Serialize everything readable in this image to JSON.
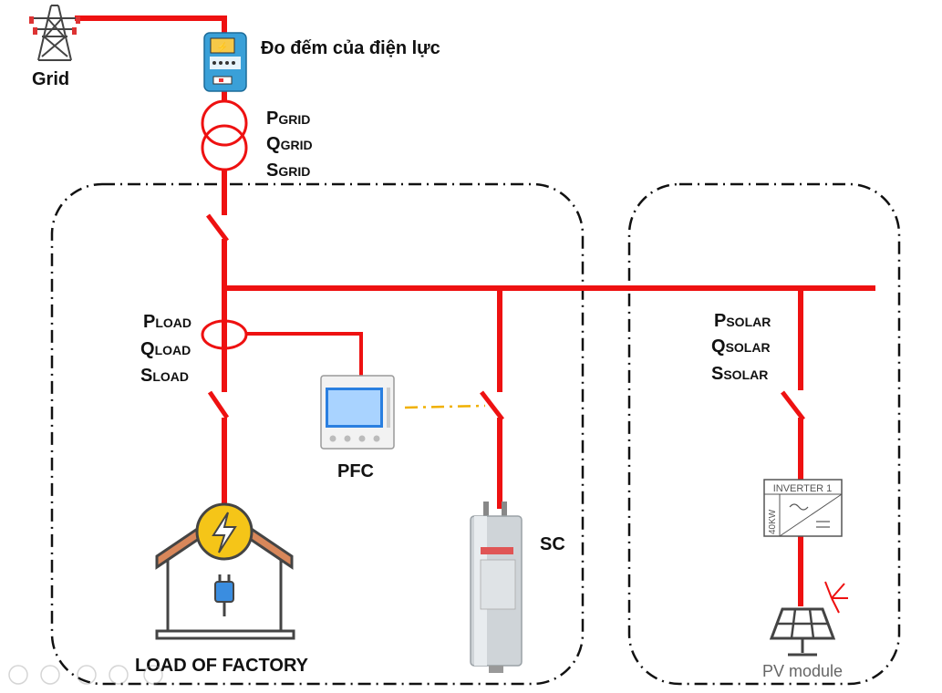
{
  "labels": {
    "grid": "Grid",
    "meter": "Đo đếm của điện lực",
    "pfc": "PFC",
    "sc": "SC",
    "load": "LOAD OF FACTORY",
    "pv": "PV module"
  },
  "grid_measure": [
    {
      "main": "P",
      "sub": "GRID"
    },
    {
      "main": "Q",
      "sub": "GRID"
    },
    {
      "main": "S",
      "sub": "GRID"
    }
  ],
  "load_measure": [
    {
      "main": "P",
      "sub": "LOAD"
    },
    {
      "main": "Q",
      "sub": "LOAD"
    },
    {
      "main": "S",
      "sub": "LOAD"
    }
  ],
  "solar_measure": [
    {
      "main": "P",
      "sub": "SOLAR"
    },
    {
      "main": "Q",
      "sub": "SOLAR"
    },
    {
      "main": "S",
      "sub": "SOLAR"
    }
  ],
  "inverter": {
    "title": "INVERTER 1",
    "rating": "40KW"
  },
  "colors": {
    "line": "#ee1111",
    "boundary": "#111111",
    "signal": "#f0b000",
    "roof": "#d8875a",
    "bolt": "#f5c518",
    "plug": "#3a8de0"
  },
  "icons": [
    "transmission-tower-icon",
    "energy-meter-icon",
    "current-transformer-icon",
    "factory-house-icon",
    "capacitor-icon",
    "solar-panel-icon",
    "inverter-icon"
  ]
}
